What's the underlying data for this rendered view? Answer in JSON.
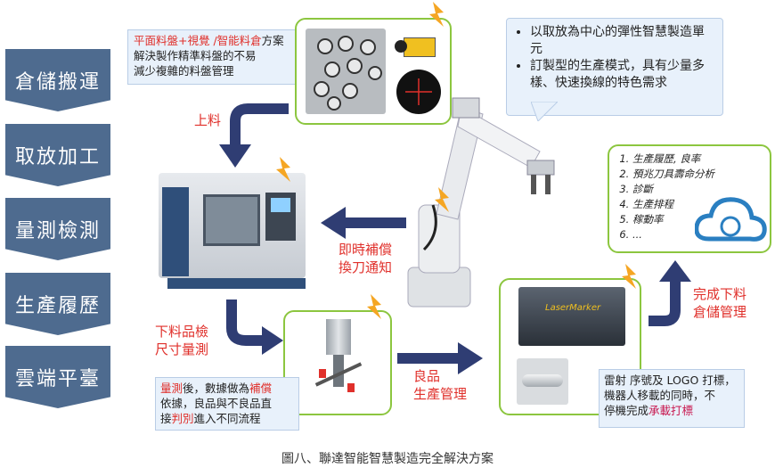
{
  "menu": [
    {
      "label": "倉儲搬運"
    },
    {
      "label": "取放加工"
    },
    {
      "label": "量測檢測"
    },
    {
      "label": "生產履歷"
    },
    {
      "label": "雲端平臺"
    }
  ],
  "top_callout": {
    "line1_red": "平面料盤+視覺 /智能料倉",
    "line1_black": "方案",
    "line2": "解決製作精準料盤的不易",
    "line3": "減少複雜的料盤管理"
  },
  "labels": {
    "load": "上料",
    "compensate_line1": "即時補償",
    "compensate_line2": "換刀通知",
    "unload_line1": "下料品檢",
    "unload_line2": "尺寸量測",
    "good_line1": "良品",
    "good_line2": "生產管理",
    "finish_line1": "完成下料",
    "finish_line2": "倉儲管理"
  },
  "robot_callout": {
    "bullets": [
      "以取放為中心的彈性智慧製造單元",
      "訂製型的生產模式，具有少量多樣、快速換線的特色需求"
    ]
  },
  "cloud_box": {
    "items": [
      "生產履歷, 良率",
      "預兆刀具壽命分析",
      "診斷",
      "生產排程",
      "稼動率",
      "..."
    ]
  },
  "measure_callout": {
    "t1_red": "量測",
    "t2": "後，數據做為",
    "t3_red": "補償",
    "t4": "依據，良品與不良品直",
    "t5": "接",
    "t6_red": "判別",
    "t7": "進入不同流程"
  },
  "laser_callout": {
    "line1": "雷射 序號及 LOGO 打標，",
    "line2": "機器人移載的同時，不",
    "line3_a": "停機完成",
    "line3_b": "承載打標"
  },
  "laser_brand": "LaserMarker",
  "caption": "圖八、聯達智能智慧製造完全解決方案",
  "colors": {
    "menu": "#4e6b8f",
    "accent_red": "#e0302b",
    "arrow_navy": "#2f3d73",
    "box_green": "#8cc63f",
    "callout_fill": "#e8f1fb",
    "cloud_blue": "#2a7fc1"
  }
}
